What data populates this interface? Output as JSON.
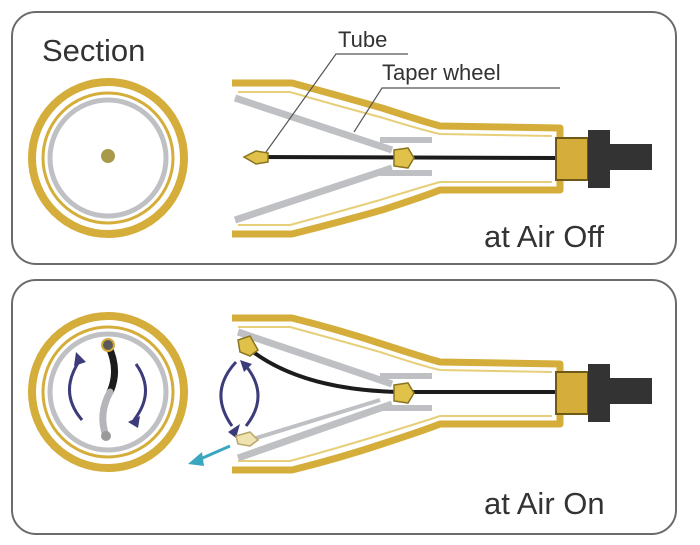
{
  "panels": {
    "top": {
      "section_label": "Section",
      "tube_label": "Tube",
      "taper_wheel_label": "Taper wheel",
      "state_label": "at Air Off"
    },
    "bottom": {
      "state_label": "at Air On"
    }
  },
  "colors": {
    "gold": "#d4ad3a",
    "gold_fill": "#f3e29e",
    "gray_ring": "#bfc0c4",
    "tube": "#1c1c1c",
    "panel_border": "#6b6b6b",
    "arrow_dark": "#3c3c7a",
    "arrow_teal": "#3aa6c0"
  }
}
